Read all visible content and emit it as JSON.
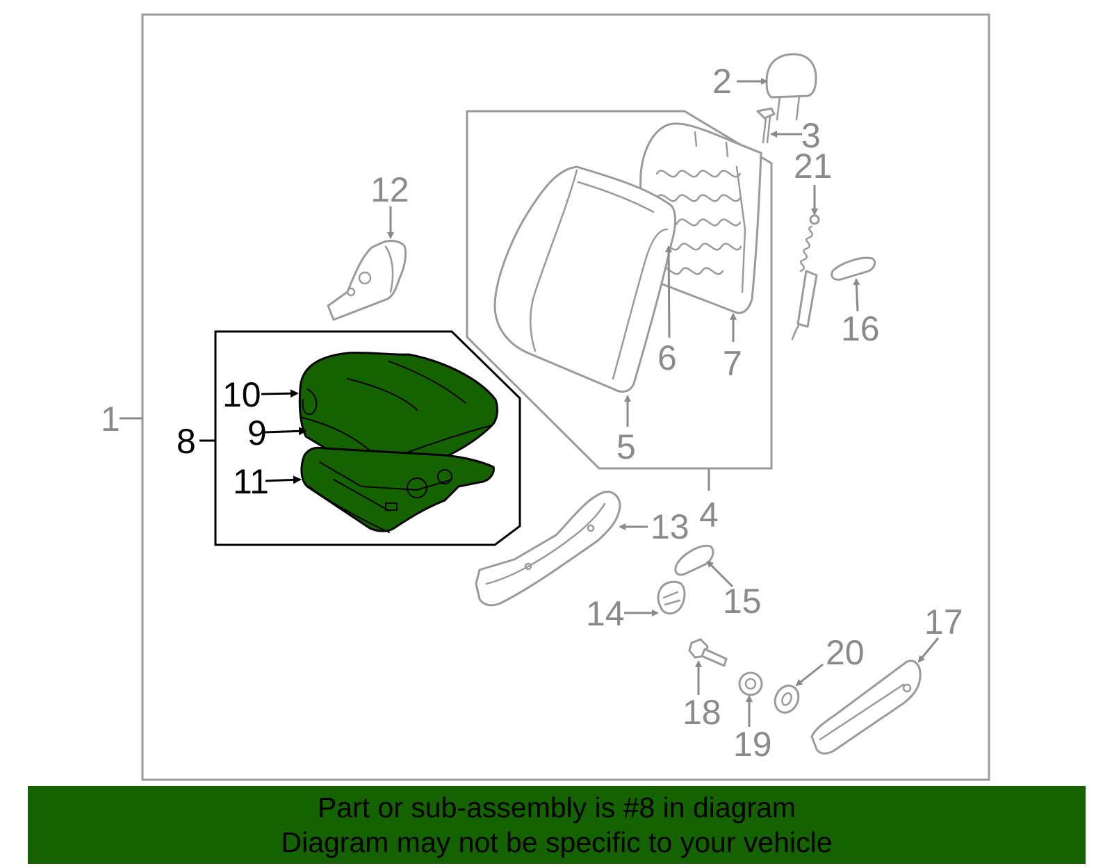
{
  "colors": {
    "highlight": "#146300",
    "part_stroke": "#9a9a9a",
    "callout_gray": "#8a8a8a",
    "callout_black": "#000000",
    "banner_background": "#146300"
  },
  "callouts": {
    "c1": "1",
    "c2": "2",
    "c3": "3",
    "c4": "4",
    "c5": "5",
    "c6": "6",
    "c7": "7",
    "c8": "8",
    "c9": "9",
    "c10": "10",
    "c11": "11",
    "c12": "12",
    "c13": "13",
    "c14": "14",
    "c15": "15",
    "c16": "16",
    "c17": "17",
    "c18": "18",
    "c19": "19",
    "c20": "20",
    "c21": "21"
  },
  "highlighted_callout": "8",
  "banner": {
    "line1": "Part or sub-assembly is #8 in diagram",
    "line2": "Diagram may not be specific to your vehicle"
  }
}
